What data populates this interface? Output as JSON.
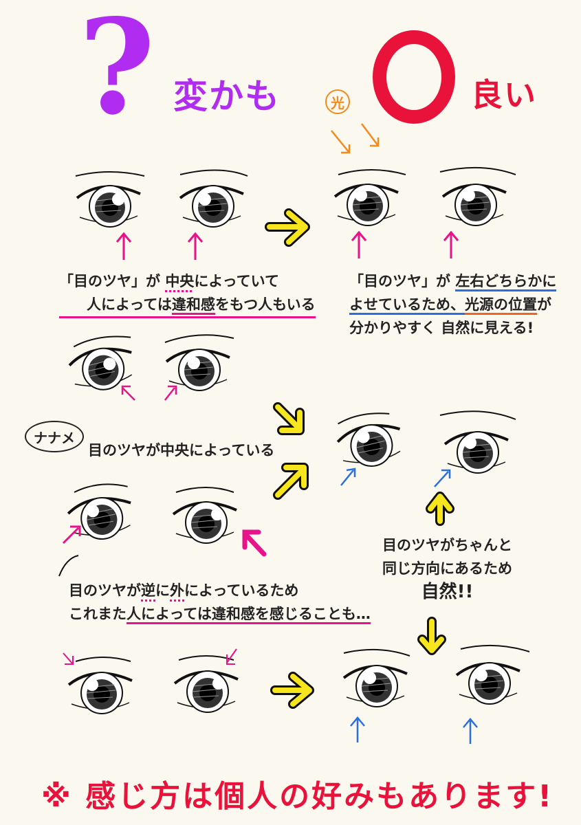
{
  "header": {
    "bad_symbol": "?",
    "bad_label": "変かも",
    "good_label": "良い",
    "light_badge": "光"
  },
  "notes": {
    "bad_center_prefix": "「目のツヤ」が",
    "bad_center_mid": "中央",
    "bad_center_suffix": "によっていて",
    "bad_center_line2_a": "人によっては",
    "bad_center_line2_b": "違和感",
    "bad_center_line2_c": "をもつ人もいる",
    "good_side_prefix": "「目のツヤ」が",
    "good_side_emph": "左右どちらかに",
    "good_side_line2_a": "よせているため、",
    "good_side_line2_b": "光源の位置",
    "good_side_line2_c": "が",
    "good_side_line3": "分かりやすく 自然に見える!",
    "diagonal_bubble": "ナナメ",
    "diagonal_text": "目のツヤが中央によっている",
    "bad_reverse_line1_a": "目のツヤが",
    "bad_reverse_line1_b": "逆",
    "bad_reverse_line1_c": "に",
    "bad_reverse_line1_d": "外",
    "bad_reverse_line1_e": "によっているため",
    "bad_reverse_line2_a": "これまた",
    "bad_reverse_line2_b": "人によっては",
    "bad_reverse_line2_c": "違和感",
    "bad_reverse_line2_d": "を感じることも…",
    "good_same_line1": "目のツヤがちゃんと",
    "good_same_line2": "同じ方向にあるため",
    "good_same_line3": "自然!!"
  },
  "footer": {
    "text": "※ 感じ方は個人の好みもあります!"
  },
  "colors": {
    "background": "#fbf9ef",
    "purple": "#b02cf0",
    "red": "#e8123a",
    "pink": "#e8128a",
    "blue": "#2a6fe0",
    "orange": "#f28a1d",
    "yellow": "#f7e51d"
  }
}
